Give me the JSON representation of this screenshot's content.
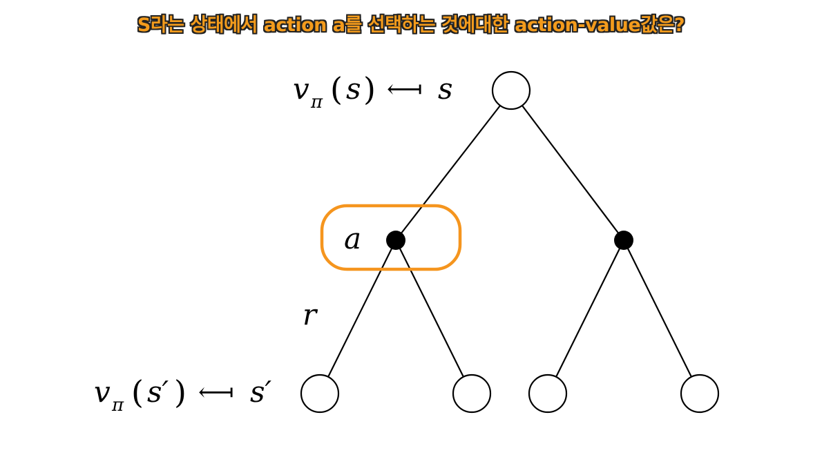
{
  "title": "S라는 상태에서 action a를 선택하는 것에대한 action-value값은?",
  "diagram": {
    "root_label": {
      "value": "v",
      "subscript": "π",
      "arg_open": "(",
      "arg": "s",
      "arg_close": ")",
      "arrow": "⟻",
      "state": "s"
    },
    "bottom_label": {
      "value": "v",
      "subscript": "π",
      "arg_open": "(",
      "arg": "s′",
      "arg_close": ")",
      "arrow": "⟻",
      "state": "s′"
    },
    "action_label": "a",
    "reward_label": "r",
    "highlight_color": "#f5951e"
  }
}
